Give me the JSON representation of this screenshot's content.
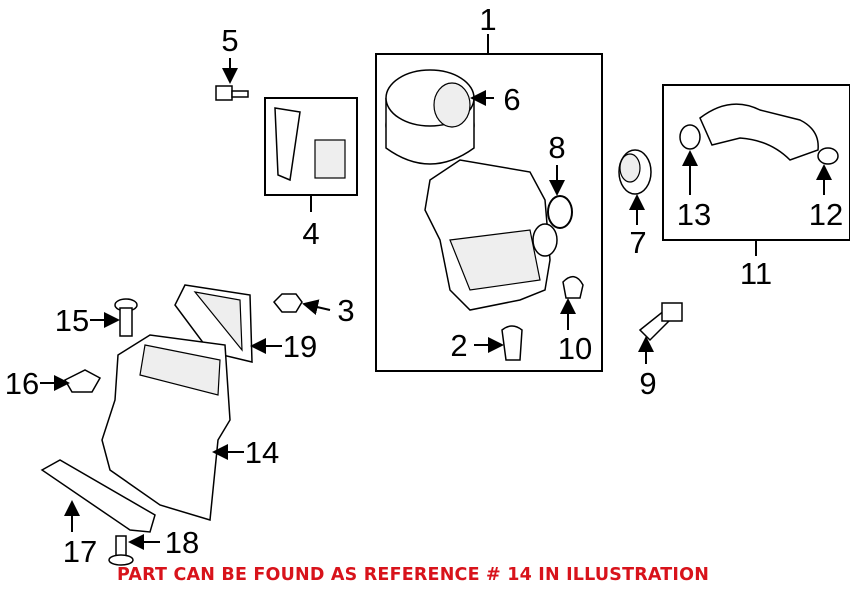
{
  "diagram": {
    "callouts": {
      "c1": "1",
      "c2": "2",
      "c3": "3",
      "c4": "4",
      "c5": "5",
      "c6": "6",
      "c7": "7",
      "c8": "8",
      "c9": "9",
      "c10": "10",
      "c11": "11",
      "c12": "12",
      "c13": "13",
      "c14": "14",
      "c15": "15",
      "c16": "16",
      "c17": "17",
      "c18": "18",
      "c19": "19"
    },
    "notice": "PART CAN BE FOUND AS REFERENCE # 14 IN ILLUSTRATION",
    "notice_color": "#d8131b"
  }
}
